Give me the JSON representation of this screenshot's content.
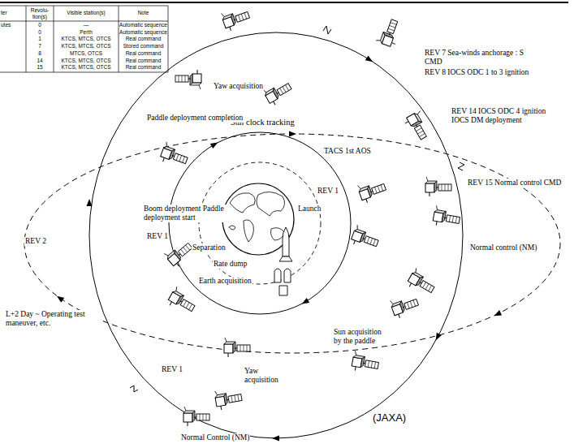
{
  "diagram": {
    "labels": [
      "ter",
      "Revolu- tion(s)",
      "Visible station(s)",
      "Note",
      "utes",
      "0",
      "—",
      "Automatic sequence",
      "0",
      "Perth",
      "Automatic sequence",
      "1",
      "KTCS, MTCS, OTCS",
      "Real command",
      "7",
      "KTCS, MTCS, OTCS",
      "Stored command",
      "8",
      "MTCS, OTCS",
      "Real command",
      "14",
      "KTCS, MTCS, OTCS",
      "Real command",
      "15",
      "KTCS, MTCS, OTCS",
      "Real command",
      "REV 7 Sea-winds anchorage : S CMD",
      "REV 8 IOCS ODC 1 to 3 ignition",
      "Yaw acquisition",
      "Sun clock tracking",
      "REV 14 IOCS ODC 4 ignition IOCS DM deployment",
      "Paddle deployment completion",
      "TACS 1st AOS",
      "REV 1",
      "REV 15 Normal control CMD",
      "Launch",
      "Boom deployment Paddle deployment start",
      "REV 2",
      "REV 1",
      "Separation",
      "Normal control (NM)",
      "Rate dump",
      "Earth acquisition",
      "L+2 Day ~ Operating test maneuver, etc.",
      "REV 1",
      "Sun acquisition by the paddle",
      "Yaw acquisition",
      "(JAXA)",
      "Normal Control (NM)"
    ]
  }
}
